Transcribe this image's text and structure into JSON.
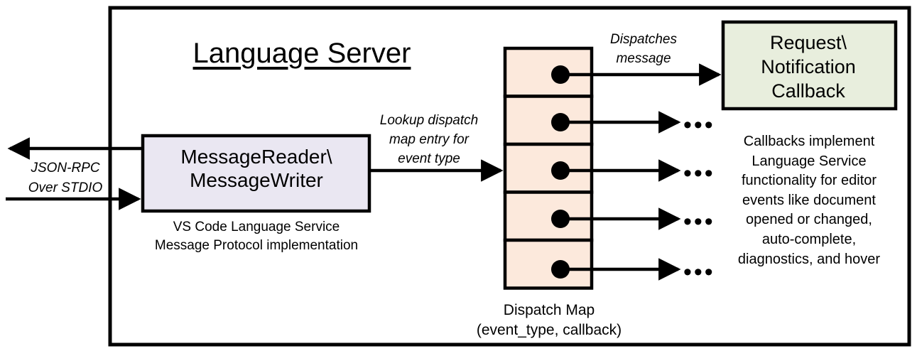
{
  "diagram": {
    "title": "Language Server",
    "outer_border_color": "#000000",
    "background": "#ffffff"
  },
  "left_io": {
    "label": "JSON-RPC\nOver STDIO",
    "outbound_arrow_name": "outbound-json-rpc-arrow",
    "inbound_arrow_name": "inbound-json-rpc-arrow"
  },
  "message_box": {
    "label": "MessageReader\\\nMessageWriter",
    "caption": "VS Code Language Service\nMessage Protocol implementation",
    "fill": "#EAE7F2",
    "stroke": "#000000"
  },
  "lookup_edge": {
    "label": "Lookup dispatch\nmap entry for\nevent type"
  },
  "dispatch_map": {
    "caption": "Dispatch Map\n(event_type, callback)",
    "fill": "#FCE9DC",
    "stroke": "#000000",
    "row_count": 5,
    "rows": [
      {
        "index": 1,
        "has_entry_dot": true,
        "target": "Request\\Notification Callback"
      },
      {
        "index": 2,
        "has_entry_dot": true,
        "target": "..."
      },
      {
        "index": 3,
        "has_entry_dot": true,
        "target": "..."
      },
      {
        "index": 4,
        "has_entry_dot": true,
        "target": "..."
      },
      {
        "index": 5,
        "has_entry_dot": true,
        "target": "..."
      }
    ],
    "ellipsis_glyph": "•••"
  },
  "dispatch_edge": {
    "label": "Dispatches\nmessage"
  },
  "callback_box": {
    "label": "Request\\\nNotification\nCallback",
    "caption": "Callbacks implement\nLanguage Service\nfunctionality for editor\nevents like document\nopened or changed,\nauto-complete,\ndiagnostics, and hover",
    "fill": "#E8EEDD",
    "stroke": "#000000"
  }
}
